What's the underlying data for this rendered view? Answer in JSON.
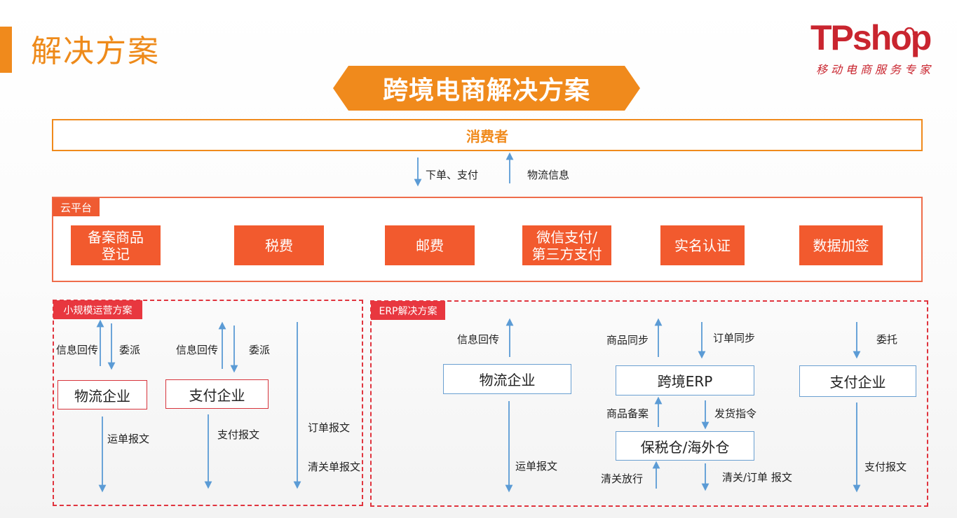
{
  "header": {
    "title": "解决方案"
  },
  "logo": {
    "wordmark": "TPshop",
    "tagline": "移动电商服务专家"
  },
  "banner": {
    "title": "跨境电商解决方案"
  },
  "colors": {
    "accent_orange": "#f08a1c",
    "box_orange": "#f25a2e",
    "dashed_red": "#e0343e",
    "arrow_blue": "#5b9bd5"
  },
  "consumer": {
    "label": "消费者",
    "down_label": "下单、支付",
    "up_label": "物流信息"
  },
  "cloud": {
    "tag": "云平台",
    "items": [
      {
        "line1": "备案商品",
        "line2": "登记"
      },
      {
        "line1": "税费",
        "line2": ""
      },
      {
        "line1": "邮费",
        "line2": ""
      },
      {
        "line1": "微信支付/",
        "line2": "第三方支付"
      },
      {
        "line1": "实名认证",
        "line2": ""
      },
      {
        "line1": "数据加签",
        "line2": ""
      }
    ]
  },
  "small": {
    "tag": "小规模运营方案",
    "logistics_box": "物流企业",
    "payment_box": "支付企业",
    "labels": {
      "info_back_1": "信息回传",
      "assign_1": "委派",
      "info_back_2": "信息回传",
      "assign_2": "委派",
      "waybill": "运单报文",
      "payment_msg": "支付报文",
      "order_msg": "订单报文",
      "customs_msg": "清关单报文"
    }
  },
  "erp": {
    "tag": "ERP解决方案",
    "logistics_box": "物流企业",
    "erp_box": "跨境ERP",
    "payment_box": "支付企业",
    "warehouse_box": "保税仓/海外仓",
    "labels": {
      "info_back": "信息回传",
      "goods_sync": "商品同步",
      "order_sync": "订单同步",
      "entrust": "委托",
      "goods_record": "商品备案",
      "ship_cmd": "发货指令",
      "waybill": "运单报文",
      "customs_release": "清关放行",
      "customs_order": "清关/订单 报文",
      "payment_msg": "支付报文"
    }
  }
}
